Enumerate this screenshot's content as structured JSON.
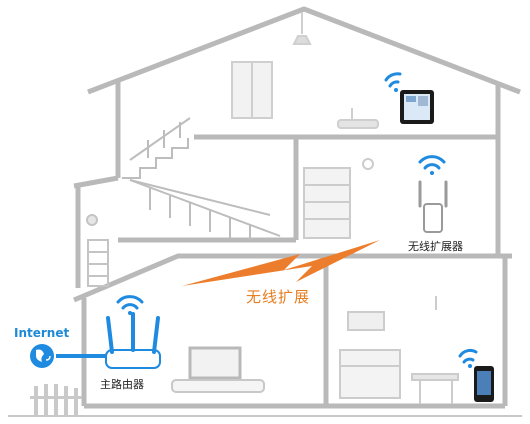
{
  "labels": {
    "internet": "Internet",
    "wireless_extension": "无线扩展",
    "extender": "无线扩展器",
    "main_router": "主路由器"
  },
  "colors": {
    "wall": "#b9b9b9",
    "wifi_blue": "#1e8ae0",
    "signal_orange": "#ec7d2c",
    "cable_blue": "#1e8ae0"
  },
  "icons": [
    "wifi-icon",
    "globe-icon",
    "lightning-signal-icon",
    "router-icon",
    "extender-icon",
    "tablet-icon",
    "phone-icon"
  ]
}
